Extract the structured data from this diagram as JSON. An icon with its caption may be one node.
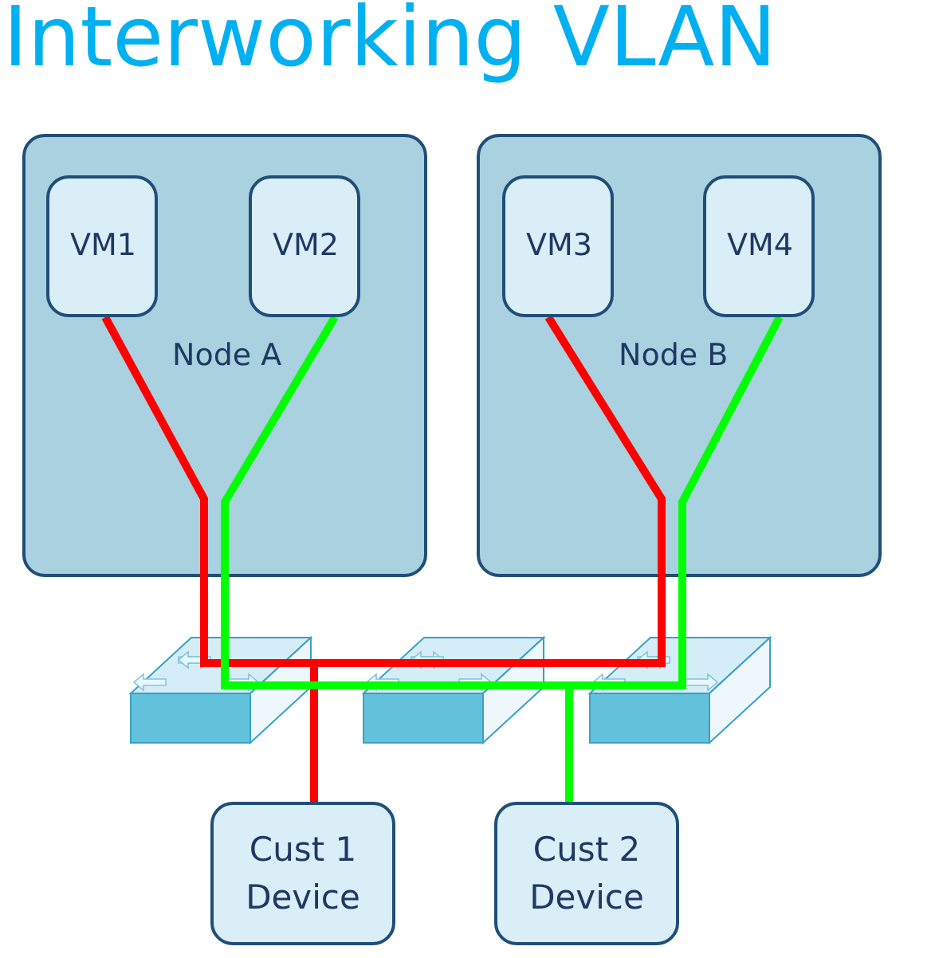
{
  "diagram": {
    "title": "Interworking VLAN",
    "nodes": [
      {
        "text": [
          "Node A"
        ]
      },
      {
        "text": [
          "VM1"
        ],
        "in": 0
      },
      {
        "text": [
          "VM2"
        ],
        "in": 0
      },
      {
        "text": [
          "Node B"
        ]
      },
      {
        "text": [
          "VM3"
        ],
        "in": 3
      },
      {
        "text": [
          "VM4"
        ],
        "in": 3
      },
      {
        "text": [
          "Cust 1 Device"
        ]
      },
      {
        "text": [
          "Cust 2 Device"
        ]
      }
    ],
    "edges": [
      {
        "from": 1,
        "to": 6,
        "arrow": "none",
        "color": "#ff0000"
      },
      {
        "from": 4,
        "to": 6,
        "arrow": "none",
        "color": "#ff0000"
      },
      {
        "from": 2,
        "to": 7,
        "arrow": "none",
        "color": "#00ff00"
      },
      {
        "from": 5,
        "to": 7,
        "arrow": "none",
        "color": "#00ff00"
      }
    ]
  }
}
